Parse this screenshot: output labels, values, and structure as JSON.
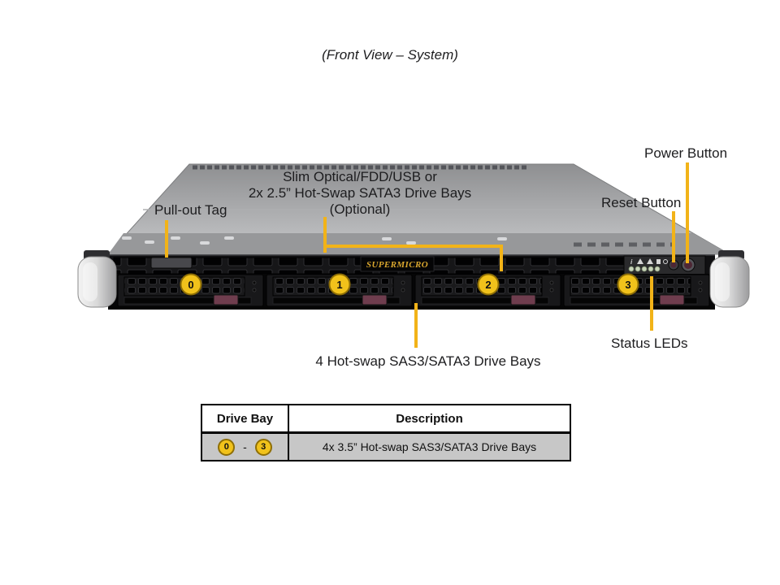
{
  "page": {
    "title": "(Front View – System)"
  },
  "callouts": {
    "pull_out_tag": "Pull-out Tag",
    "slim_bay": {
      "line1": "Slim Optical/FDD/USB or",
      "line2": "2x 2.5” Hot-Swap SATA3 Drive Bays",
      "line3": "(Optional)"
    },
    "power_button": "Power Button",
    "reset_button": "Reset Button",
    "status_leds": "Status LEDs",
    "drive_bays": "4 Hot-swap SAS3/SATA3 Drive Bays"
  },
  "server": {
    "brand": "SUPERMICRO",
    "bays": [
      "0",
      "1",
      "2",
      "3"
    ]
  },
  "table": {
    "col1_header": "Drive Bay",
    "col2_header": "Description",
    "row": {
      "from": "0",
      "dash": "-",
      "to": "3",
      "description": "4x 3.5” Hot-swap SAS3/SATA3 Drive Bays"
    }
  },
  "colors": {
    "callout_yellow": "#F2B318",
    "badge_yellow": "#F1C21B",
    "badge_border": "#8F6F05",
    "latch_maroon": "#6F3D4E",
    "table_row_bg": "#C7C7C7"
  }
}
